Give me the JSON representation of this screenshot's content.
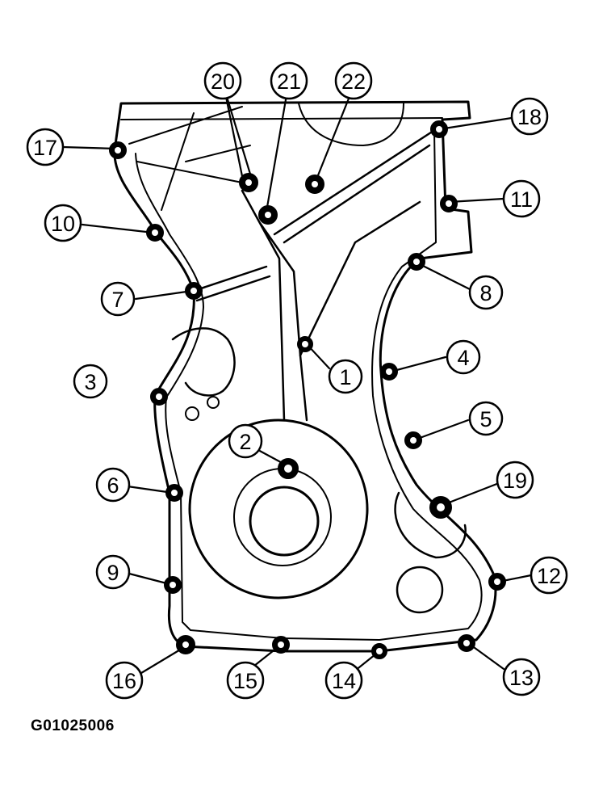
{
  "figure": {
    "id": "G01025006"
  },
  "bolt_labels": [
    "1",
    "2",
    "3",
    "4",
    "5",
    "6",
    "7",
    "8",
    "9",
    "10",
    "11",
    "12",
    "13",
    "14",
    "15",
    "16",
    "17",
    "18",
    "19",
    "20",
    "21",
    "22"
  ],
  "colors": {
    "ink": "#000000",
    "paper": "#ffffff"
  }
}
